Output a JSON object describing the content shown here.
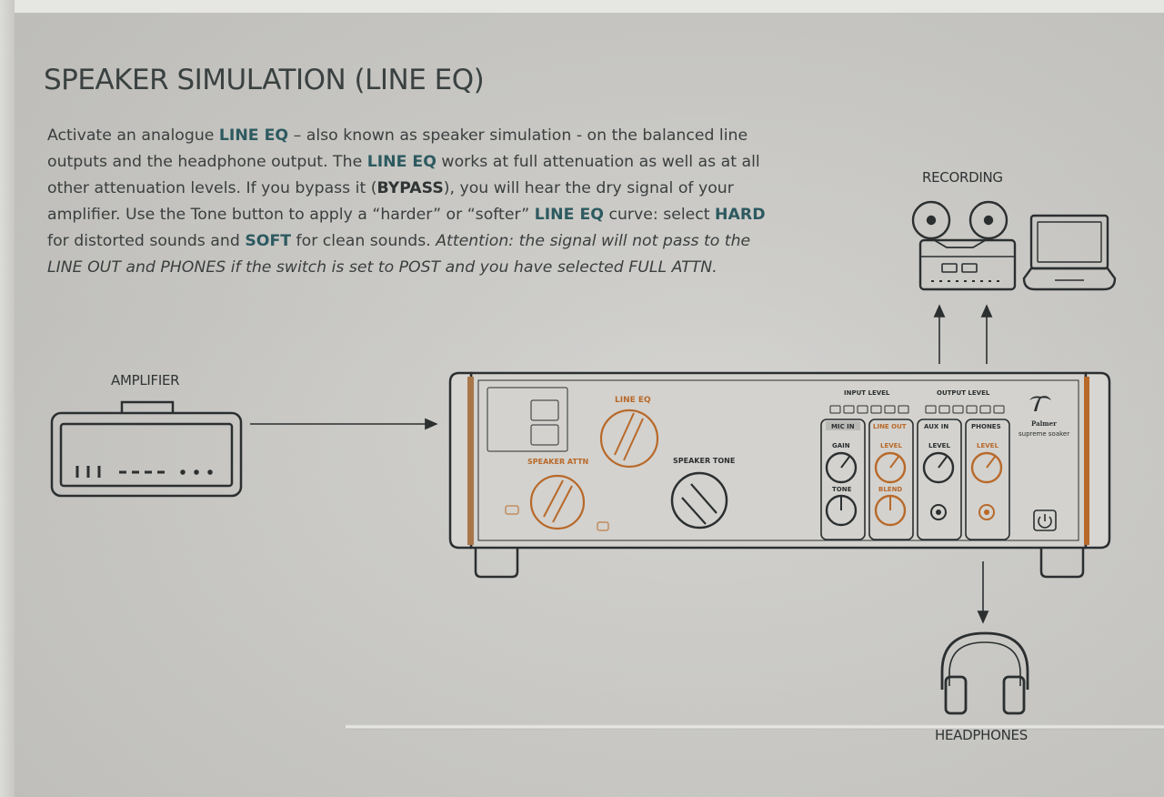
{
  "title": "SPEAKER SIMULATION (LINE EQ)",
  "paragraph": {
    "s1": "Activate an analogue ",
    "b1": "LINE EQ",
    "s2": " – also known as speaker simulation - on the balanced line outputs and the headphone output. The ",
    "b2": "LINE EQ",
    "s3": " works at full attenuation as well as at all other attenuation levels. If you bypass it (",
    "b3": "BYPASS",
    "s4": "), you will hear the dry signal of your amplifier. Use the Tone button to apply a “harder” or “softer” ",
    "b4": "LINE EQ",
    "s5": " curve: select ",
    "b5": "HARD",
    "s6": " for distorted sounds and ",
    "b6": "SOFT",
    "s7": " for clean sounds. ",
    "italic": "Attention: the signal will not pass to the LINE OUT and PHONES if the switch is set to POST and you have selected FULL ATTN."
  },
  "labels": {
    "amplifier": "AMPLIFIER",
    "recording": "RECORDING",
    "headphones": "HEADPHONES"
  },
  "device": {
    "line_eq": "LINE EQ",
    "speaker_attn": "SPEAKER ATTN",
    "speaker_tone": "SPEAKER TONE",
    "input_level": "INPUT LEVEL",
    "output_level": "OUTPUT LEVEL",
    "mic_in": "MIC IN",
    "line_out": "LINE OUT",
    "aux_in": "AUX IN",
    "phones": "PHONES",
    "gain": "GAIN",
    "tone": "TONE",
    "level": "LEVEL",
    "blend": "BLEND",
    "brand": "Palmer",
    "model": "supreme soaker"
  },
  "colors": {
    "accent_text": "#2d5a60",
    "line": "#2b2f30",
    "orange": "#b8692a",
    "panel": "#d2d1cd"
  },
  "icons": [
    "reel-to-reel-recorder-icon",
    "laptop-icon",
    "headphones-icon",
    "amplifier-icon",
    "power-icon",
    "palm-tree-logo-icon"
  ]
}
